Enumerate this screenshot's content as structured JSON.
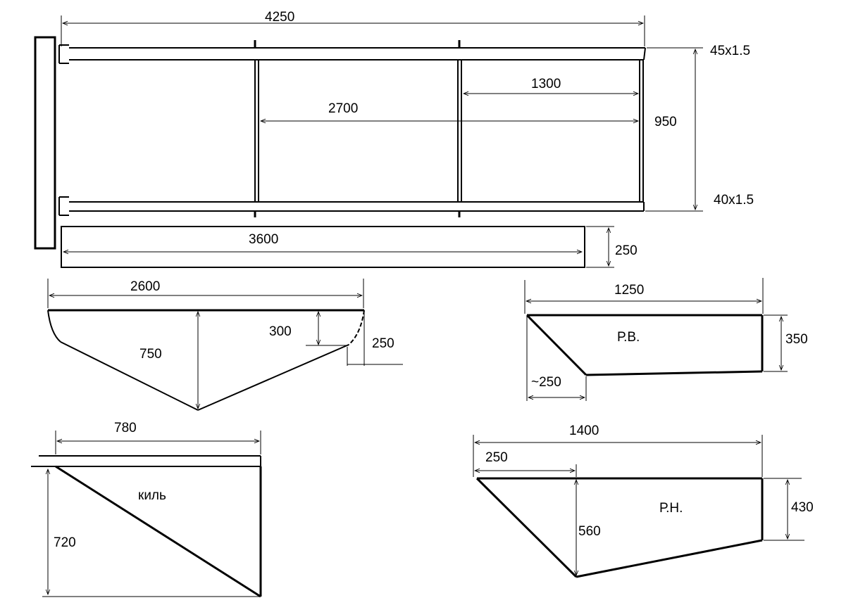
{
  "frame": {
    "overall_length": "4250",
    "span_right": "1300",
    "span_mid": "2700",
    "width": "950",
    "top_tube": "45x1.5",
    "bottom_tube": "40x1.5"
  },
  "board": {
    "length": "3600",
    "height": "250"
  },
  "hull_section": {
    "length": "2600",
    "depth": "750",
    "rise": "300",
    "stern": "250"
  },
  "upper_rudder": {
    "length": "1250",
    "name": "Р.В.",
    "height": "350",
    "offset": "~250"
  },
  "keel": {
    "length": "780",
    "name": "киль",
    "height": "720"
  },
  "lower_rudder": {
    "length": "1400",
    "offset": "250",
    "name": "Р.Н.",
    "depth": "560",
    "height": "430"
  }
}
